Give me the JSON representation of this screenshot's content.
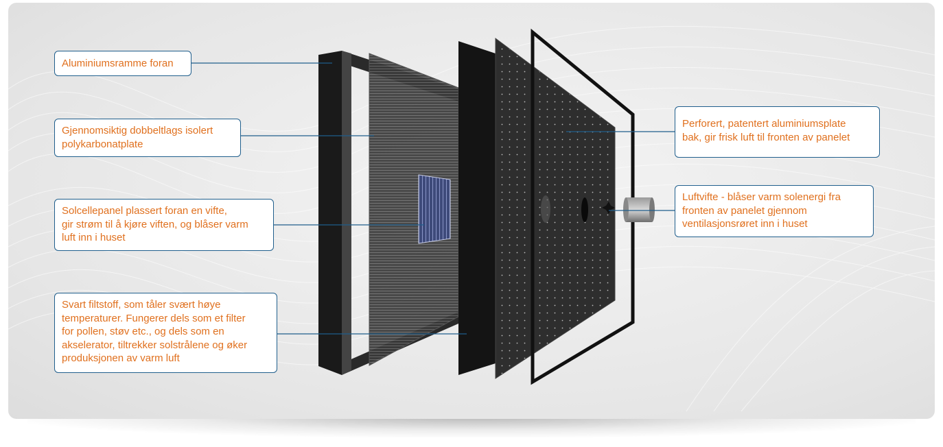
{
  "labels": {
    "front_frame": "Aluminiumsramme foran",
    "polycarbonate": "Gjennomsiktig dobbeltlags isolert\npolykarbonatplate",
    "solar_panel": "Solcellepanel plassert foran en vifte,\ngir strøm til å kjøre viften, og blåser varm\nluft inn i huset",
    "black_felt": "Svart filtstoff, som tåler svært høye\ntemperaturer. Fungerer dels som et filter\nfor pollen, støv etc., og dels som en\nakselerator, tiltrekker solstrålene og øker\nproduksjonen av varm luft",
    "perforated_plate": "Perforert, patentert aluminiumsplate\nbak, gir frisk luft til fronten av panelet",
    "fan": "Luftvifte - blåser varm solenergi fra\nfronten av panelet gjennom\nventilasjonsrøret inn i huset"
  },
  "colors": {
    "label_text": "#e0701e",
    "label_border": "#1f5e8c",
    "leader_line": "#1f5e8c"
  }
}
